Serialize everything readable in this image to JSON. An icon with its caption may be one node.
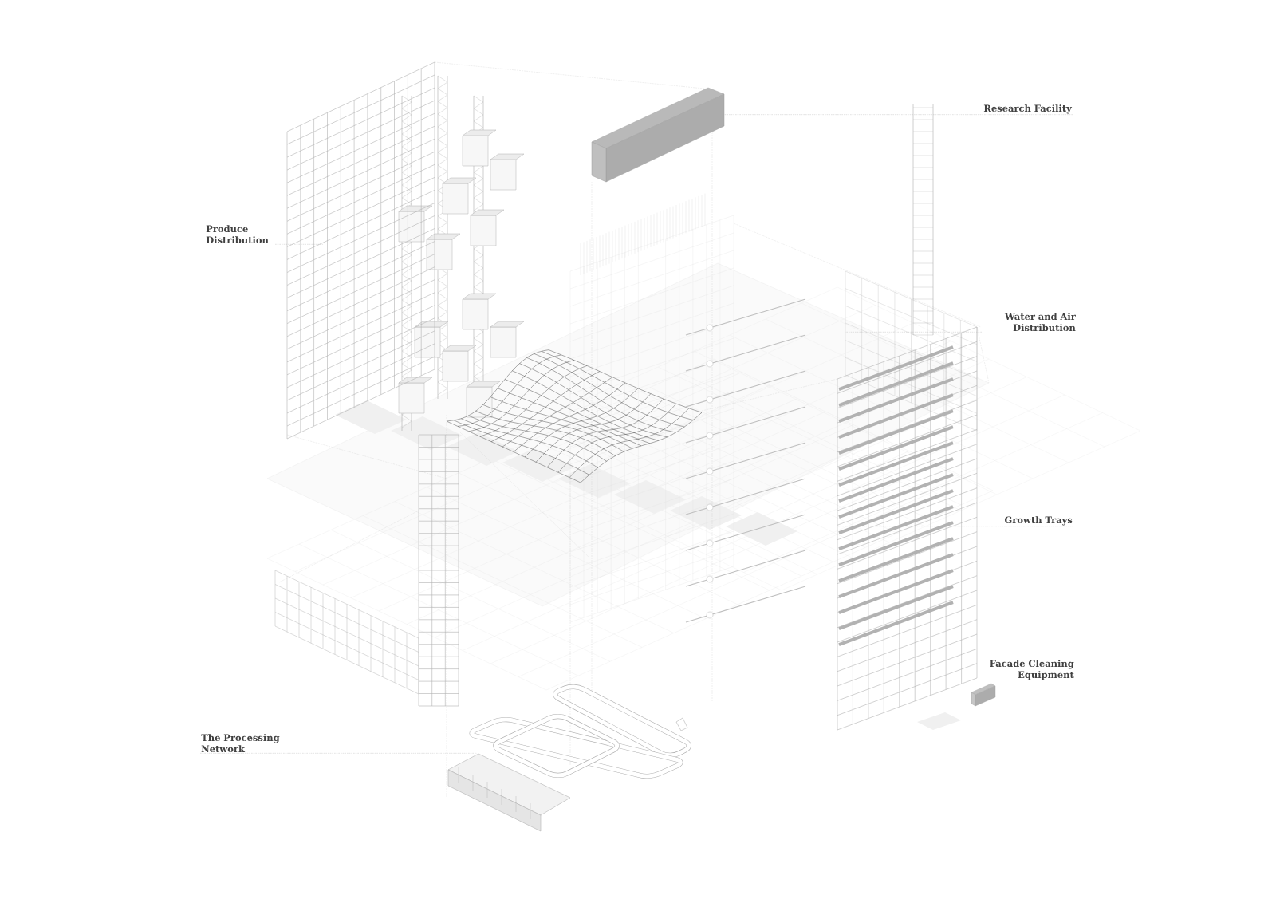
{
  "diagram": {
    "nodes": [
      {
        "text": [
          "Research Facility"
        ]
      },
      {
        "text": [
          "Produce Distribution"
        ]
      },
      {
        "text": [
          "Water and Air Distribution"
        ]
      },
      {
        "text": [
          "Growth Trays"
        ]
      },
      {
        "text": [
          "The Processing Network"
        ]
      },
      {
        "text": [],
        "shape": "picture"
      },
      {
        "text": [],
        "shape": "picture"
      },
      {
        "text": [],
        "shape": "picture"
      },
      {
        "text": [],
        "shape": "picture"
      },
      {
        "text": [],
        "shape": "picture"
      }
    ],
    "edges": [
      {
        "from": 0,
        "to": 5,
        "arrow": "none"
      },
      {
        "from": 1,
        "to": 6,
        "arrow": "none"
      },
      {
        "from": 2,
        "to": 7,
        "arrow": "none"
      },
      {
        "from": 3,
        "to": 8,
        "arrow": "none"
      },
      {
        "from": 4,
        "to": 9,
        "arrow": "none"
      }
    ],
    "labels": [
      "Facade Cleaning Equipment"
    ]
  }
}
